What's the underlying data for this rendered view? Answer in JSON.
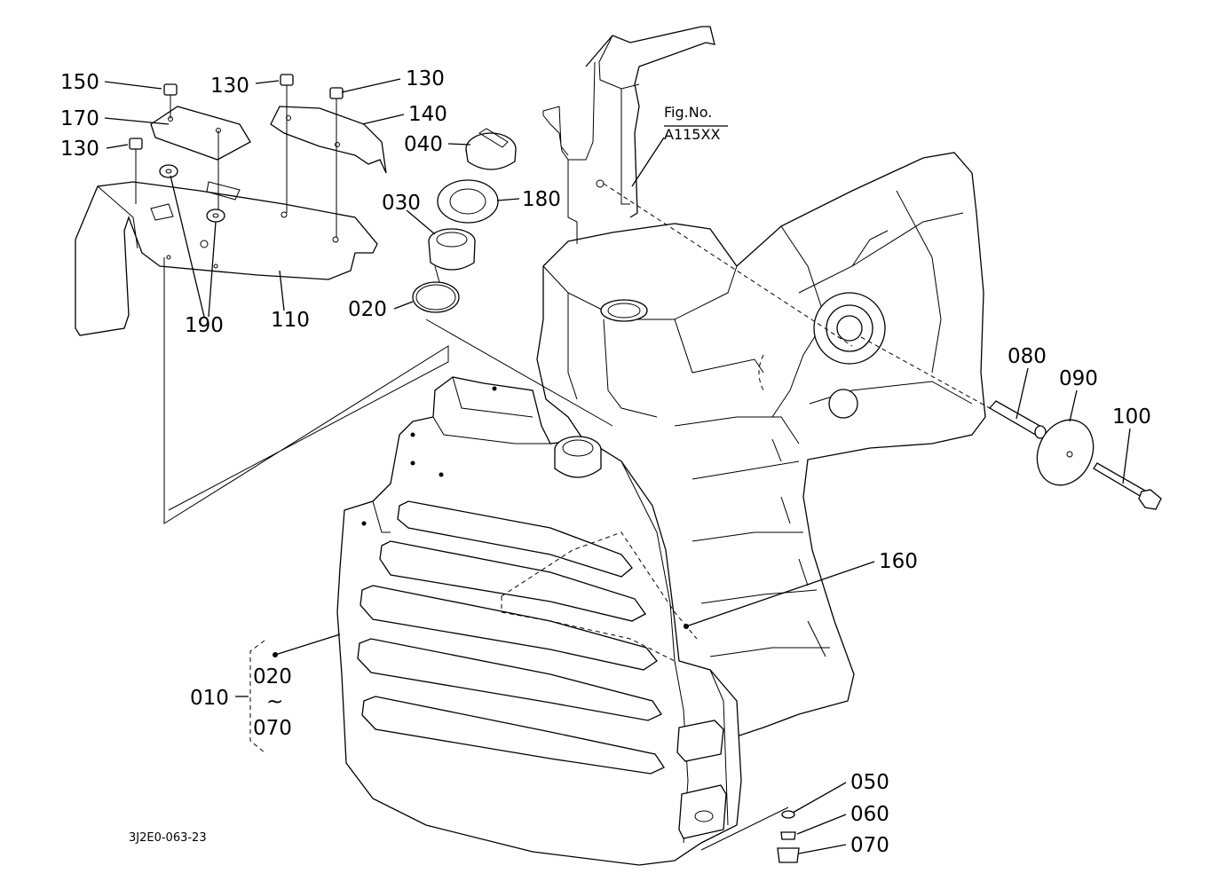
{
  "labels": {
    "p150": "150",
    "p130a": "130",
    "p130b": "130",
    "p130c": "130",
    "p170": "170",
    "p140": "140",
    "p040": "040",
    "p180": "180",
    "p030": "030",
    "p020": "020",
    "p190": "190",
    "p110": "110",
    "p080": "080",
    "p090": "090",
    "p100": "100",
    "p160": "160",
    "p010": "010",
    "p020b": "020",
    "tilde": "~",
    "p070b": "070",
    "p050": "050",
    "p060": "060",
    "p070": "070"
  },
  "figure_ref": {
    "line1": "Fig.No.",
    "line2": "A115XX"
  },
  "drawing_number": "3J2E0-063-23"
}
